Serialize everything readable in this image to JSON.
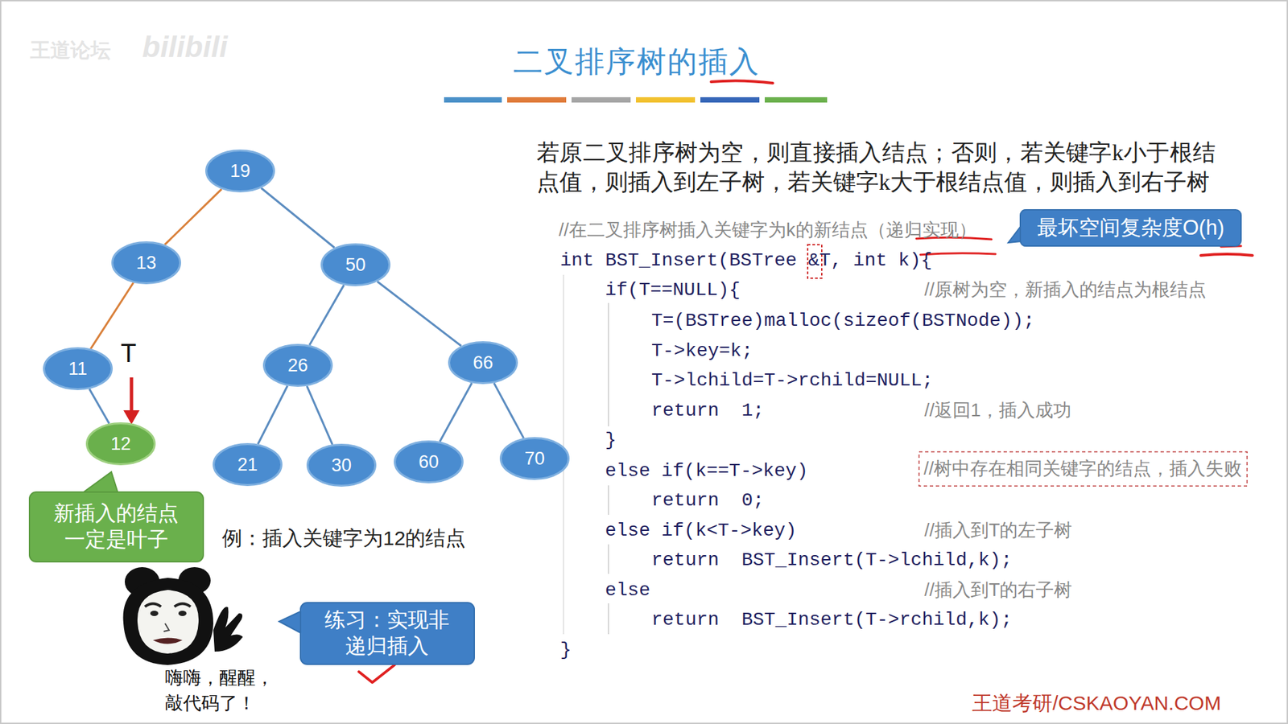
{
  "diagram": {
    "title": "二叉排序树的插入",
    "nodes": [
      {
        "text": [
          "19"
        ]
      },
      {
        "text": [
          "13"
        ]
      },
      {
        "text": [
          "50"
        ]
      },
      {
        "text": [
          "11"
        ]
      },
      {
        "text": [
          "26"
        ]
      },
      {
        "text": [
          "66"
        ]
      },
      {
        "text": [
          "12"
        ]
      },
      {
        "text": [
          "21"
        ]
      },
      {
        "text": [
          "30"
        ]
      },
      {
        "text": [
          "60"
        ]
      },
      {
        "text": [
          "70"
        ]
      },
      {
        "text": [
          "新插入的结点一定是叶子"
        ]
      },
      {
        "text": [
          "最坏空间复杂度O(h)"
        ]
      },
      {
        "text": [
          "//树中存在相同关键字的结点，插入失败"
        ]
      },
      {
        "text": [
          "练习：实现非递归插入"
        ]
      }
    ],
    "edges": [
      {
        "from": 0,
        "to": 1,
        "arrow": "none"
      },
      {
        "from": 0,
        "to": 2,
        "arrow": "none"
      },
      {
        "from": 1,
        "to": 3,
        "arrow": "none"
      },
      {
        "from": 2,
        "to": 4,
        "arrow": "none"
      },
      {
        "from": 2,
        "to": 5,
        "arrow": "none"
      },
      {
        "from": 3,
        "to": 6,
        "arrow": "none"
      },
      {
        "from": 4,
        "to": 7,
        "arrow": "none"
      },
      {
        "from": 4,
        "to": 8,
        "arrow": "none"
      },
      {
        "from": 5,
        "to": 9,
        "arrow": "none"
      },
      {
        "from": 5,
        "to": 10,
        "arrow": "none"
      }
    ],
    "labels": [
      "王道论坛",
      "bilibili",
      "若原二叉排序树为空，则直接插入结点；否则，若关键字k小于根结点值，则插入到左子树，若关键字k大于根结点值，则插入到右子树",
      "//在二叉排序树插入关键字为k的新结点（递归实现）",
      "int BST_Insert(BSTree &T, int k){",
      "if(T==NULL){",
      "//原树为空，新插入的结点为根结点",
      "T=(BSTree)malloc(sizeof(BSTNode));",
      "T->key=k;",
      "T->lchild=T->rchild=NULL;",
      "return  1;",
      "//返回1，插入成功",
      "}",
      "else if(k==T->key)",
      "return  0;",
      "else if(k<T->key)",
      "//插入到T的左子树",
      "return  BST_Insert(T->lchild,k);",
      "else",
      "//插入到T的右子树",
      "return  BST_Insert(T->rchild,k);",
      "}",
      "T",
      "例：插入关键字为12的结点",
      "嗨嗨，醒醒，敲代码了！",
      "王道考研/CSKAOYAN.COM"
    ]
  }
}
